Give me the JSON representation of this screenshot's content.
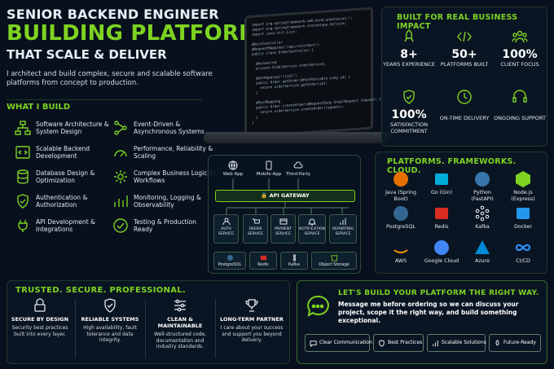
{
  "hero": {
    "line1": "SENIOR BACKEND ENGINEER",
    "line2": "BUILDING PLATFORMS",
    "line3": "THAT SCALE & DELIVER",
    "intro": "I architect and build complex, secure and scalable software platforms from concept to production."
  },
  "what_i_build": {
    "title": "WHAT I BUILD",
    "items": [
      {
        "label": "Software Architecture & System Design",
        "icon": "architecture-icon"
      },
      {
        "label": "Event-Driven & Asynchronous Systems",
        "icon": "event-icon"
      },
      {
        "label": "Scalable Backend Development",
        "icon": "code-icon"
      },
      {
        "label": "Performance, Reliability & Scaling",
        "icon": "speedometer-icon"
      },
      {
        "label": "Database Design & Optimization",
        "icon": "database-icon"
      },
      {
        "label": "Complex Business Logic & Workflows",
        "icon": "gear-icon"
      },
      {
        "label": "Authentication & Authorization",
        "icon": "shield-icon"
      },
      {
        "label": "Monitoring, Logging & Observability",
        "icon": "chart-icon"
      },
      {
        "label": "API Development & Integrations",
        "icon": "plug-icon"
      },
      {
        "label": "Testing & Production Ready",
        "icon": "check-icon"
      }
    ]
  },
  "laptop_code": [
    "import org.springframework.web.bind.annotation.*;",
    "import org.springframework.stereotype.Service;",
    "import java.util.List;",
    "",
    "@RestController",
    "@RequestMapping(\"/api/v1/orders\")",
    "public class OrderController {",
    "",
    "  @Autowired",
    "  private OrderService orderService;",
    "",
    "  @GetMapping(\"/{id}\")",
    "  public Order getOrder(@PathVariable Long id) {",
    "    return orderService.getOrder(id);",
    "  }",
    "",
    "  @PostMapping",
    "  public Order createOrder(@RequestBody OrderRequest request) {",
    "    return orderService.createOrder(request);",
    "  }",
    "}"
  ],
  "architecture": {
    "clients": [
      "Web App",
      "Mobile App",
      "Third-Party"
    ],
    "gateway": "API GATEWAY",
    "services": [
      "AUTH SERVICE",
      "ORDER SERVICE",
      "PAYMENT SERVICE",
      "NOTIFICATION SERVICE",
      "REPORTING SERVICE"
    ],
    "datastores": [
      "PostgreSQL",
      "Redis",
      "Kafka",
      "Object Storage"
    ]
  },
  "impact": {
    "title": "BUILT FOR REAL BUSINESS IMPACT",
    "stats": [
      {
        "value": "8+",
        "label": "YEARS EXPERIENCE",
        "icon": "rocket-icon"
      },
      {
        "value": "50+",
        "label": "PLATFORMS BUILT",
        "icon": "code-icon"
      },
      {
        "value": "100%",
        "label": "CLIENT FOCUS",
        "icon": "people-icon"
      },
      {
        "value": "100%",
        "label": "SATISFACTION COMMITMENT",
        "icon": "shield-check-icon"
      },
      {
        "value": "",
        "label": "ON-TIME DELIVERY",
        "icon": "clock-icon"
      },
      {
        "value": "",
        "label": "ONGOING SUPPORT",
        "icon": "headset-icon"
      }
    ]
  },
  "tech": {
    "title": "PLATFORMS. FRAMEWORKS. CLOUD.",
    "items": [
      {
        "label": "Java (Spring Boot)",
        "color": "#e76f00"
      },
      {
        "label": "Go (Gin)",
        "color": "#00add8"
      },
      {
        "label": "Python (FastAPI)",
        "color": "#3776ab"
      },
      {
        "label": "Node.js (Express)",
        "color": "#7ed321"
      },
      {
        "label": "PostgreSQL",
        "color": "#336791"
      },
      {
        "label": "Redis",
        "color": "#d82c20"
      },
      {
        "label": "Kafka",
        "color": "#ffffff"
      },
      {
        "label": "Docker",
        "color": "#2496ed"
      },
      {
        "label": "AWS",
        "color": "#ffffff"
      },
      {
        "label": "Google Cloud",
        "color": "#4285f4"
      },
      {
        "label": "Azure",
        "color": "#0089d6"
      },
      {
        "label": "CI/CD",
        "color": "#2f8ef4"
      }
    ]
  },
  "trusted": {
    "title": "TRUSTED. SECURE. PROFESSIONAL.",
    "cols": [
      {
        "title": "SECURE BY DESIGN",
        "desc": "Security best practices built into every layer."
      },
      {
        "title": "RELIABLE SYSTEMS",
        "desc": "High availability, fault tolerance and data integrity."
      },
      {
        "title": "CLEAN & MAINTAINABLE",
        "desc": "Well-structured code, documentation and industry standards."
      },
      {
        "title": "LONG-TERM PARTNER",
        "desc": "I care about your success and support you beyond delivery."
      }
    ]
  },
  "cta": {
    "title": "LET'S BUILD YOUR PLATFORM THE RIGHT WAY.",
    "message": "Message me before ordering so we can discuss your project, scope it the right way, and build something exceptional.",
    "chips": [
      "Clear Communication",
      "Best Practices",
      "Scalable Solutions",
      "Future-Ready"
    ]
  },
  "colors": {
    "accent": "#7ed321",
    "background": "#07101c"
  }
}
